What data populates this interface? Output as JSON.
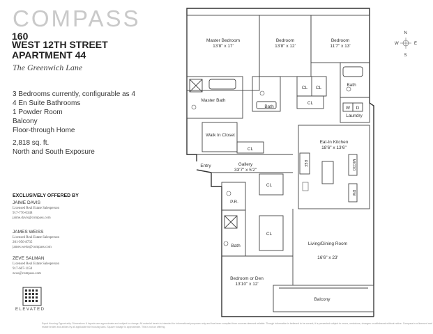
{
  "brand": {
    "logo": "COMPASS"
  },
  "listing": {
    "street_number": "160",
    "street": "WEST 12TH STREET",
    "unit": "APARTMENT 44",
    "building": "The Greenwich Lane"
  },
  "features": [
    "3 Bedrooms currently, configurable as 4",
    "4 En Suite Bathrooms",
    "1 Powder Room",
    "Balcony",
    "Floor-through Home"
  ],
  "size": {
    "area": "2,818 sq. ft.",
    "exposure": "North and South Exposure"
  },
  "agents": {
    "heading": "EXCLUSIVELY OFFERED BY",
    "list": [
      {
        "name": "JAIME DAVIS",
        "title": "Licensed Real Estate Salesperson",
        "phone": "917-776-0348",
        "email": "jaime.davis@compass.com"
      },
      {
        "name": "JAMES WEISS",
        "title": "Licensed Real Estate Salesperson",
        "phone": "201-956-8735",
        "email": "james.weiss@compass.com"
      },
      {
        "name": "ZEVE SALMAN",
        "title": "Licensed Real Estate Salesperson",
        "phone": "917-607-1150",
        "email": "zeve@compass.com"
      }
    ]
  },
  "developer": {
    "logo_text": "ELEVATED"
  },
  "compass_rose": {
    "n": "N",
    "s": "S",
    "e": "E",
    "w": "W"
  },
  "rooms": {
    "master_bedroom": {
      "name": "Master Bedroom",
      "dims": "13'8\" x 17'"
    },
    "bedroom_2": {
      "name": "Bedroom",
      "dims": "13'8\" x 12'"
    },
    "bedroom_3": {
      "name": "Bedroom",
      "dims": "11'7\" x 13'"
    },
    "master_bath": "Master Bath",
    "bath_a": "Bath",
    "bath_b": "Bath",
    "bath_c": "Bath",
    "walk_in_closet": "Walk In Closet",
    "laundry": "Laundry",
    "washer": "W",
    "dryer": "D",
    "kitchen": {
      "name": "Eat-In Kitchen",
      "dims": "18'6\" x 13'6\""
    },
    "gallery": {
      "name": "Gallery",
      "dims": "33'7\" x 5'2\""
    },
    "entry": "Entry",
    "powder_room": "P.R.",
    "living": {
      "name": "Living/Dining Room",
      "dims": "16'6\" x 23'"
    },
    "den": {
      "name": "Bedroom or Den",
      "dims": "13'10\" x 12'"
    },
    "balcony": "Balcony",
    "closet": "CL",
    "ref": "REF",
    "micro": "MICRO",
    "dw": "DW"
  },
  "disclaimer": "Equal Housing Opportunity. Dimensions & layouts are approximate and subject to change. All material herein is intended for informational purposes only and has been compiled from sources deemed reliable. Though information is believed to be correct, it is presented subject to errors, omissions, changes or withdrawal without notice. Compass is a licensed real estate broker and abides by all applicable fair housing laws. Square footage is approximate. This is not an offering."
}
